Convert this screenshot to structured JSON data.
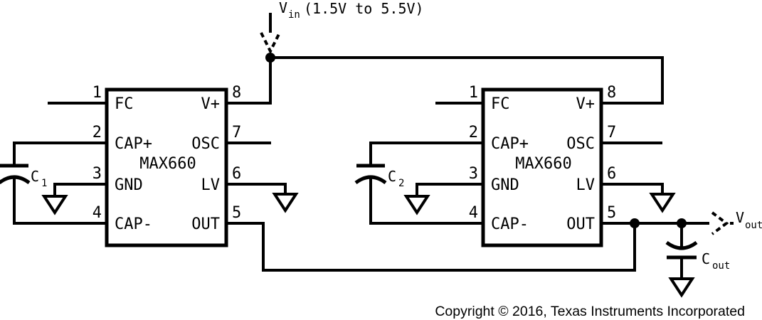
{
  "colors": {
    "line": "#000000",
    "background": "#ffffff"
  },
  "vin": {
    "name": "V",
    "sub": "in",
    "range": "(1.5V to 5.5V)"
  },
  "vout": {
    "name": "V",
    "sub": "out"
  },
  "capacitors": {
    "c1": {
      "name": "C",
      "sub": "1"
    },
    "c2": {
      "name": "C",
      "sub": "2"
    },
    "cout": {
      "name": "C",
      "sub": "out"
    }
  },
  "ics": [
    {
      "name": "MAX660",
      "pins": {
        "p1": {
          "num": "1",
          "label": "FC"
        },
        "p2": {
          "num": "2",
          "label": "CAP+"
        },
        "p3": {
          "num": "3",
          "label": "GND"
        },
        "p4": {
          "num": "4",
          "label": "CAP-"
        },
        "p5": {
          "num": "5",
          "label": "OUT"
        },
        "p6": {
          "num": "6",
          "label": "LV"
        },
        "p7": {
          "num": "7",
          "label": "OSC"
        },
        "p8": {
          "num": "8",
          "label": "V+"
        }
      }
    },
    {
      "name": "MAX660",
      "pins": {
        "p1": {
          "num": "1",
          "label": "FC"
        },
        "p2": {
          "num": "2",
          "label": "CAP+"
        },
        "p3": {
          "num": "3",
          "label": "GND"
        },
        "p4": {
          "num": "4",
          "label": "CAP-"
        },
        "p5": {
          "num": "5",
          "label": "OUT"
        },
        "p6": {
          "num": "6",
          "label": "LV"
        },
        "p7": {
          "num": "7",
          "label": "OSC"
        },
        "p8": {
          "num": "8",
          "label": "V+"
        }
      }
    }
  ],
  "copyright": "Copyright © 2016, Texas Instruments Incorporated"
}
